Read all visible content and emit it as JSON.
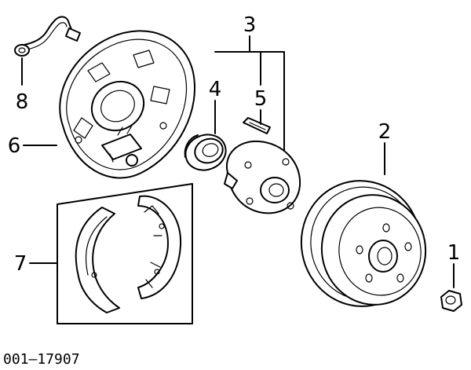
{
  "callouts": [
    "1",
    "2",
    "3",
    "4",
    "5",
    "6",
    "7",
    "8"
  ],
  "diagram_code": "001–17907"
}
